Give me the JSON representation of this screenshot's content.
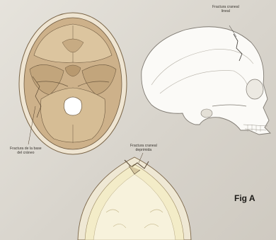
{
  "labels": {
    "linear_fracture": [
      "Fractura craneal",
      "lineal"
    ],
    "base_fracture": [
      "Fractura de la base",
      "del cráneo"
    ],
    "depressed_fracture": [
      "Fractura craneal",
      "deprimida"
    ]
  },
  "figure_label": "Fig  A",
  "colors": {
    "bone_fill": "#c9ad86",
    "bone_light": "#e2cfae",
    "outline": "#6e5a40",
    "dura": "#e9dfb0"
  }
}
